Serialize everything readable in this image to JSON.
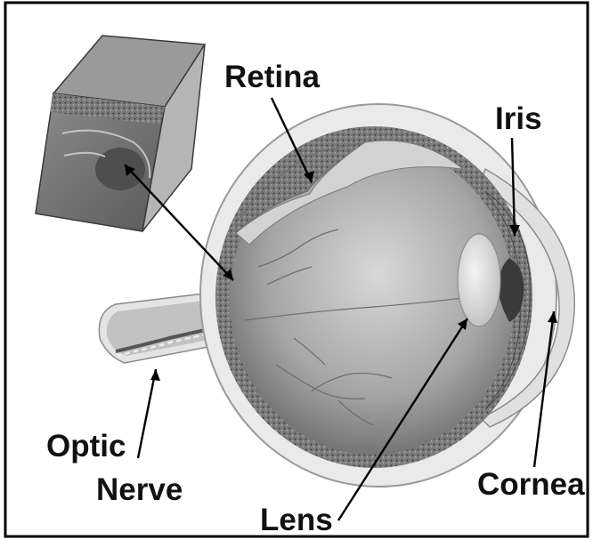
{
  "diagram": {
    "labels": {
      "retina": "Retina",
      "iris": "Iris",
      "optic_line1": "Optic",
      "optic_line2": "Nerve",
      "lens": "Lens",
      "cornea": "Cornea"
    }
  }
}
